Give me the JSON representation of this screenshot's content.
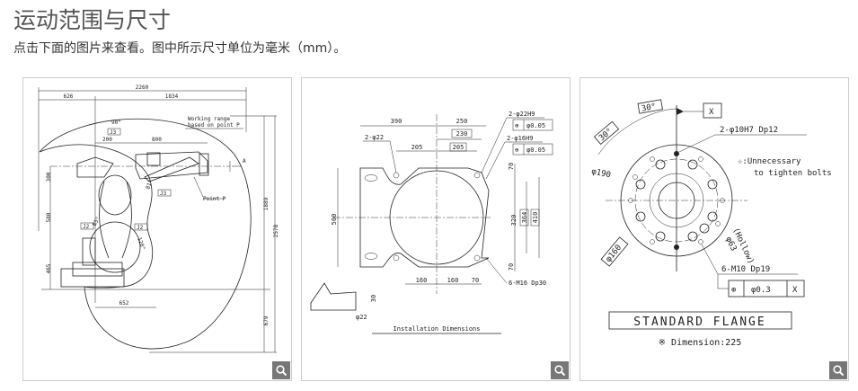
{
  "header": {
    "title": "运动范围与尺寸",
    "subtitle": "点击下面的图片来查看。图中所示尺寸单位为毫米（mm）。"
  },
  "cards": [
    {
      "name": "working-range",
      "labels": {
        "total": "2260",
        "left": "626",
        "right": "1834",
        "range1": "Working range",
        "range2": "based on point P",
        "angle": "90°",
        "j3": "J3",
        "j3b": "J3",
        "j2": "J2",
        "j2b": "J2",
        "d200": "200",
        "d800": "800",
        "d300": "300",
        "d580": "580",
        "d465": "465",
        "d652": "652",
        "d1889": "1889",
        "d2578": "2578",
        "d679": "679",
        "pointp": "Point P",
        "a": "A",
        "ang81": "81°",
        "ang120": "120°",
        "ang85": "85°"
      }
    },
    {
      "name": "installation-dimensions",
      "labels": {
        "d390": "390",
        "d250": "250",
        "d230": "230",
        "hole22": "2-φ22",
        "d205a": "205",
        "d205b": "205",
        "h22h9": "2-φ22H9",
        "tol1": "φ0.05",
        "h16h9": "2-φ16H9",
        "tol2": "φ0.05",
        "d500": "500",
        "d70a": "70",
        "d320": "320",
        "d364": "364",
        "d410": "410",
        "d70b": "70",
        "d160a": "160",
        "d160b": "160",
        "d70c": "70",
        "m16": "6-M16 Dp30",
        "d30": "30",
        "phi22": "φ22",
        "caption": "Installation Dimensions"
      }
    },
    {
      "name": "standard-flange",
      "labels": {
        "a30a": "30°",
        "a30b": "30°",
        "x": "X",
        "h10": "2-φ10H7 Dp12",
        "note1": "☆:Unnecessary",
        "note2": "to tighten bolts",
        "phi190": "φ190",
        "hollow": "(Hollow)",
        "phi63": "φ63",
        "phi160": "φ160",
        "m10": "6-M10 Dp19",
        "tol": "φ0.3",
        "tolx": "X",
        "flange": "STANDARD FLANGE",
        "dim": "※ Dimension:225"
      }
    }
  ],
  "icons": {
    "zoom": "magnifier-icon"
  },
  "colors": {
    "zoom_button": "#777777",
    "border": "#cccccc"
  }
}
